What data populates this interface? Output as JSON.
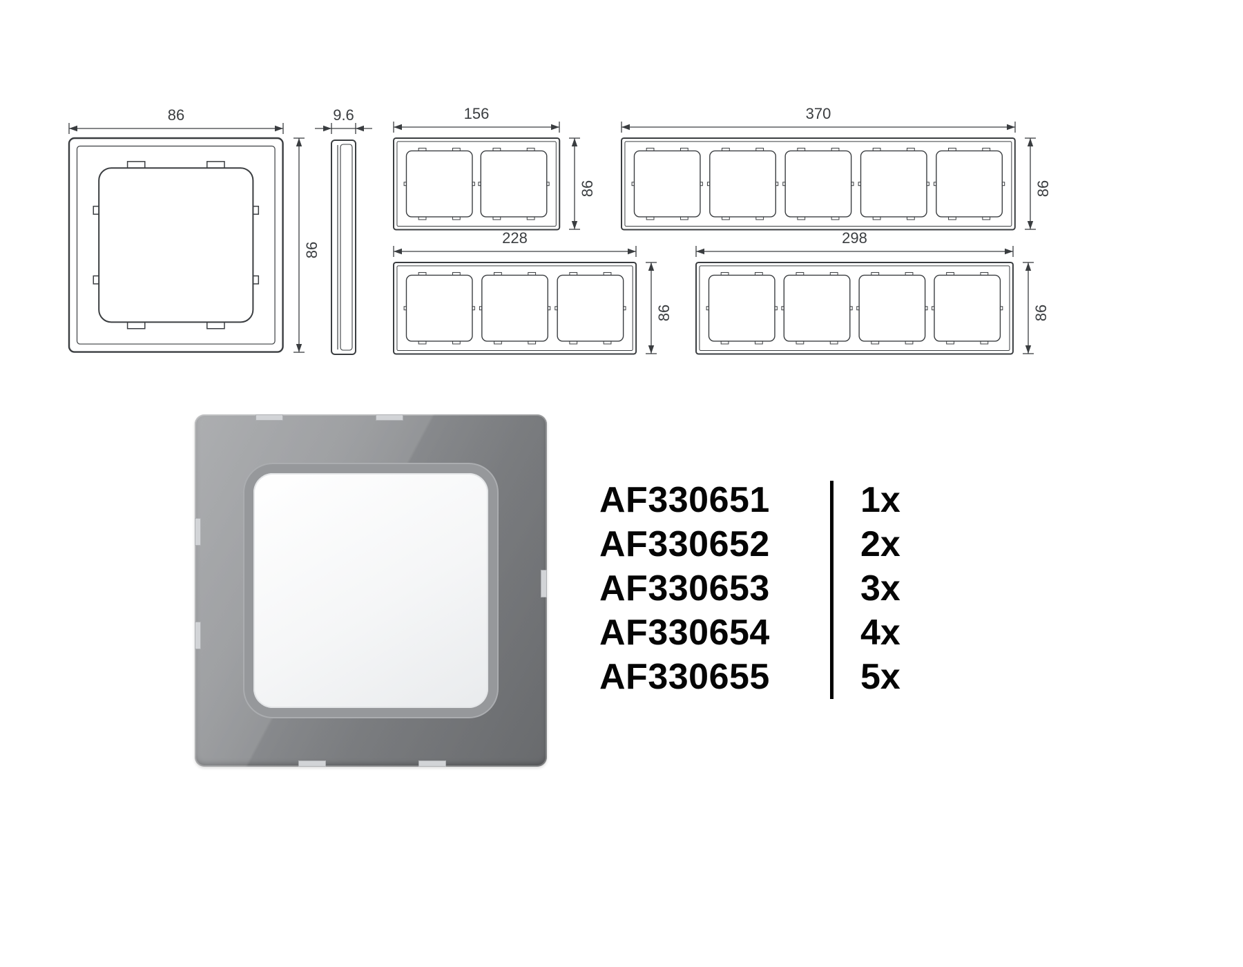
{
  "dims": {
    "single_w": "86",
    "single_h": "86",
    "depth": "9.6",
    "g2_w": "156",
    "g2_h": "86",
    "g3_w": "228",
    "g3_h": "86",
    "g4_w": "298",
    "g4_h": "86",
    "g5_w": "370",
    "g5_h": "86"
  },
  "products": [
    {
      "code": "AF330651",
      "qty": "1x"
    },
    {
      "code": "AF330652",
      "qty": "2x"
    },
    {
      "code": "AF330653",
      "qty": "3x"
    },
    {
      "code": "AF330654",
      "qty": "4x"
    },
    {
      "code": "AF330655",
      "qty": "5x"
    }
  ],
  "colors": {
    "line": "#3a3d40",
    "dim": "#3a3d40"
  }
}
